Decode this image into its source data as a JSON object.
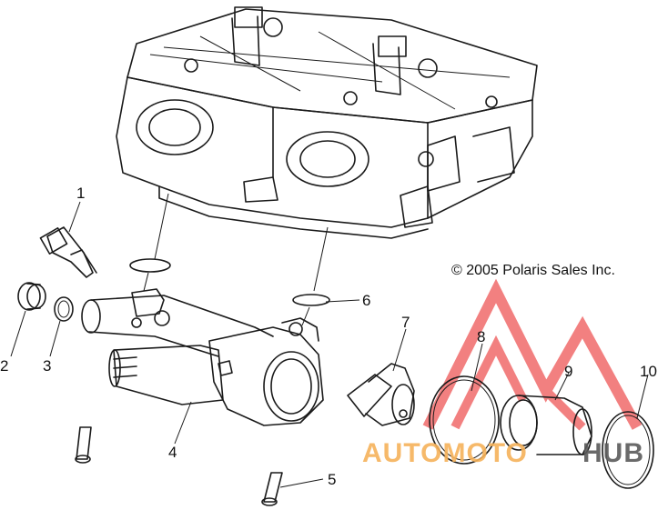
{
  "copyright": "© 2005 Polaris Sales Inc.",
  "watermark": {
    "text_part1": "AUTOMOTO",
    "text_part2": "HUB",
    "color_accent": "#f06a6a",
    "color_orange": "#f6b25a",
    "color_dark": "#5a5a5a"
  },
  "callouts": [
    {
      "id": "1",
      "label": "1"
    },
    {
      "id": "2",
      "label": "2"
    },
    {
      "id": "3",
      "label": "3"
    },
    {
      "id": "4",
      "label": "4"
    },
    {
      "id": "5",
      "label": "5"
    },
    {
      "id": "6",
      "label": "6"
    },
    {
      "id": "7",
      "label": "7"
    },
    {
      "id": "8",
      "label": "8"
    },
    {
      "id": "9",
      "label": "9"
    },
    {
      "id": "10",
      "label": "10"
    }
  ]
}
